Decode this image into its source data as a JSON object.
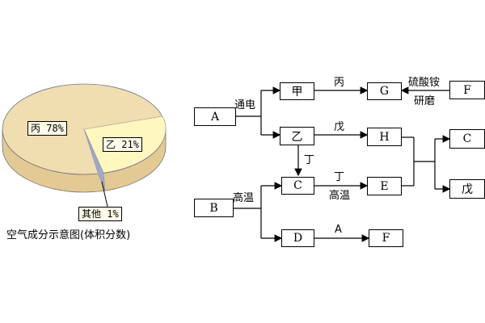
{
  "pie": {
    "caption": "空气成分示意图(体积分数)",
    "slices": [
      {
        "label": "丙 78%",
        "value": 78,
        "color": "#f0ddb0"
      },
      {
        "label": "乙 21%",
        "value": 21,
        "color": "#fff6c0"
      },
      {
        "label": "其他 1%",
        "value": 1,
        "color": "#9fa8c8"
      }
    ]
  },
  "boxes": {
    "A": "A",
    "jia": "甲",
    "G": "G",
    "F_top": "F",
    "yi": "乙",
    "H": "H",
    "C_right": "C",
    "wu_right": "戊",
    "B": "B",
    "C": "C",
    "E": "E",
    "D": "D",
    "F_bottom": "F"
  },
  "labels": {
    "tongdian": "通电",
    "bing": "丙",
    "liusuan": "硫酸铵",
    "yanmo": "研磨",
    "wu": "戊",
    "ding_down": "丁",
    "ding": "丁",
    "gaowen_ce": "高温",
    "gaowen_b": "高温",
    "a_arrow": "A"
  }
}
